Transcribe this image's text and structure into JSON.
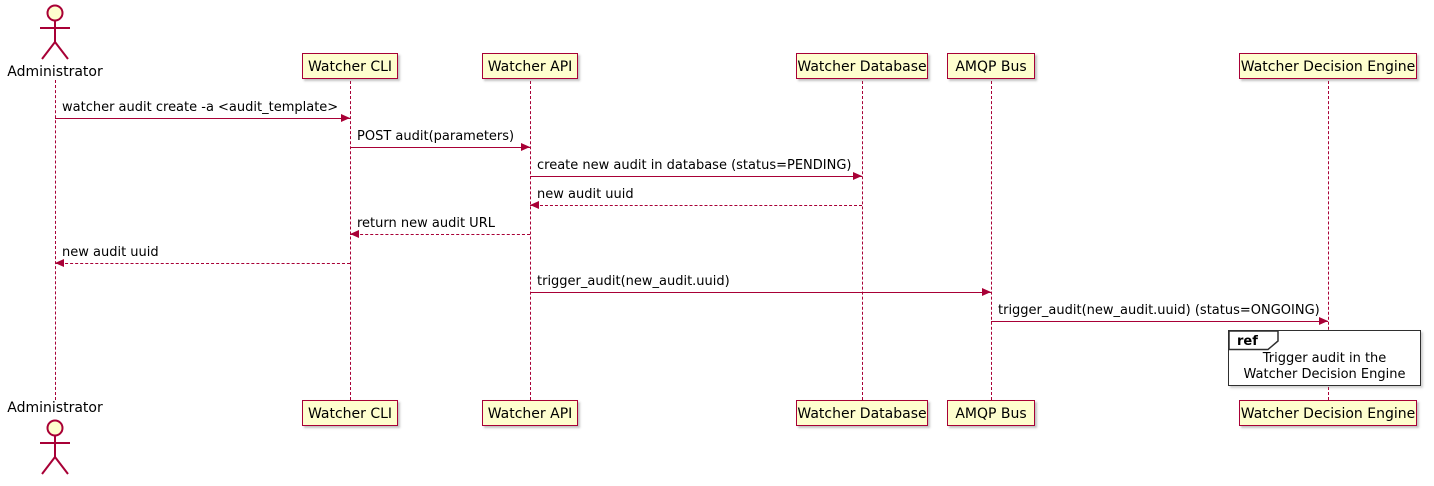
{
  "diagram": {
    "type": "sequence",
    "colors": {
      "participant_fill": "#FEFECE",
      "accent": "#A80036",
      "ref_border": "#2F2F2F",
      "background": "#FFFFFF"
    }
  },
  "participants": [
    {
      "label": "Administrator",
      "type": "actor"
    },
    {
      "label": "Watcher CLI",
      "type": "participant"
    },
    {
      "label": "Watcher API",
      "type": "participant"
    },
    {
      "label": "Watcher Database",
      "type": "participant"
    },
    {
      "label": "AMQP Bus",
      "type": "participant"
    },
    {
      "label": "Watcher Decision Engine",
      "type": "participant"
    }
  ],
  "messages": [
    {
      "from": "Administrator",
      "to": "Watcher CLI",
      "style": "solid",
      "label": "watcher audit create -a <audit_template>"
    },
    {
      "from": "Watcher CLI",
      "to": "Watcher API",
      "style": "solid",
      "label": "POST audit(parameters)"
    },
    {
      "from": "Watcher API",
      "to": "Watcher Database",
      "style": "solid",
      "label": "create new audit in database (status=PENDING)"
    },
    {
      "from": "Watcher Database",
      "to": "Watcher API",
      "style": "dashed",
      "label": "new audit uuid"
    },
    {
      "from": "Watcher API",
      "to": "Watcher CLI",
      "style": "dashed",
      "label": "return new audit URL"
    },
    {
      "from": "Watcher CLI",
      "to": "Administrator",
      "style": "dashed",
      "label": "new audit uuid"
    },
    {
      "from": "Watcher API",
      "to": "AMQP Bus",
      "style": "solid",
      "label": "trigger_audit(new_audit.uuid)"
    },
    {
      "from": "AMQP Bus",
      "to": "Watcher Decision Engine",
      "style": "solid",
      "label": "trigger_audit(new_audit.uuid) (status=ONGOING)"
    }
  ],
  "ref": {
    "keyword": "ref",
    "lines": [
      "Trigger audit in the",
      "Watcher Decision Engine"
    ]
  }
}
